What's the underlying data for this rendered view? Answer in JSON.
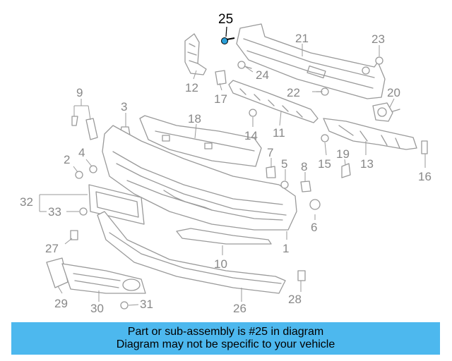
{
  "highlight_part": "25",
  "callouts": {
    "c1": "1",
    "c2": "2",
    "c3": "3",
    "c4": "4",
    "c5": "5",
    "c6": "6",
    "c7": "7",
    "c8": "8",
    "c9": "9",
    "c10": "10",
    "c11": "11",
    "c12": "12",
    "c13": "13",
    "c14": "14",
    "c15": "15",
    "c16": "16",
    "c17": "17",
    "c18": "18",
    "c19": "19",
    "c20": "20",
    "c21": "21",
    "c22": "22",
    "c23": "23",
    "c24": "24",
    "c25": "25",
    "c26": "26",
    "c27": "27",
    "c28": "28",
    "c29": "29",
    "c30": "30",
    "c31": "31",
    "c32": "32",
    "c33": "33"
  },
  "banner": {
    "line1": "Part or sub-assembly is #25 in diagram",
    "line2": "Diagram may not be specific to your vehicle"
  },
  "colors": {
    "banner_bg": "#4db8ee",
    "highlight_part": "#2a9fd8",
    "line_gray": "#9a9a9a"
  }
}
